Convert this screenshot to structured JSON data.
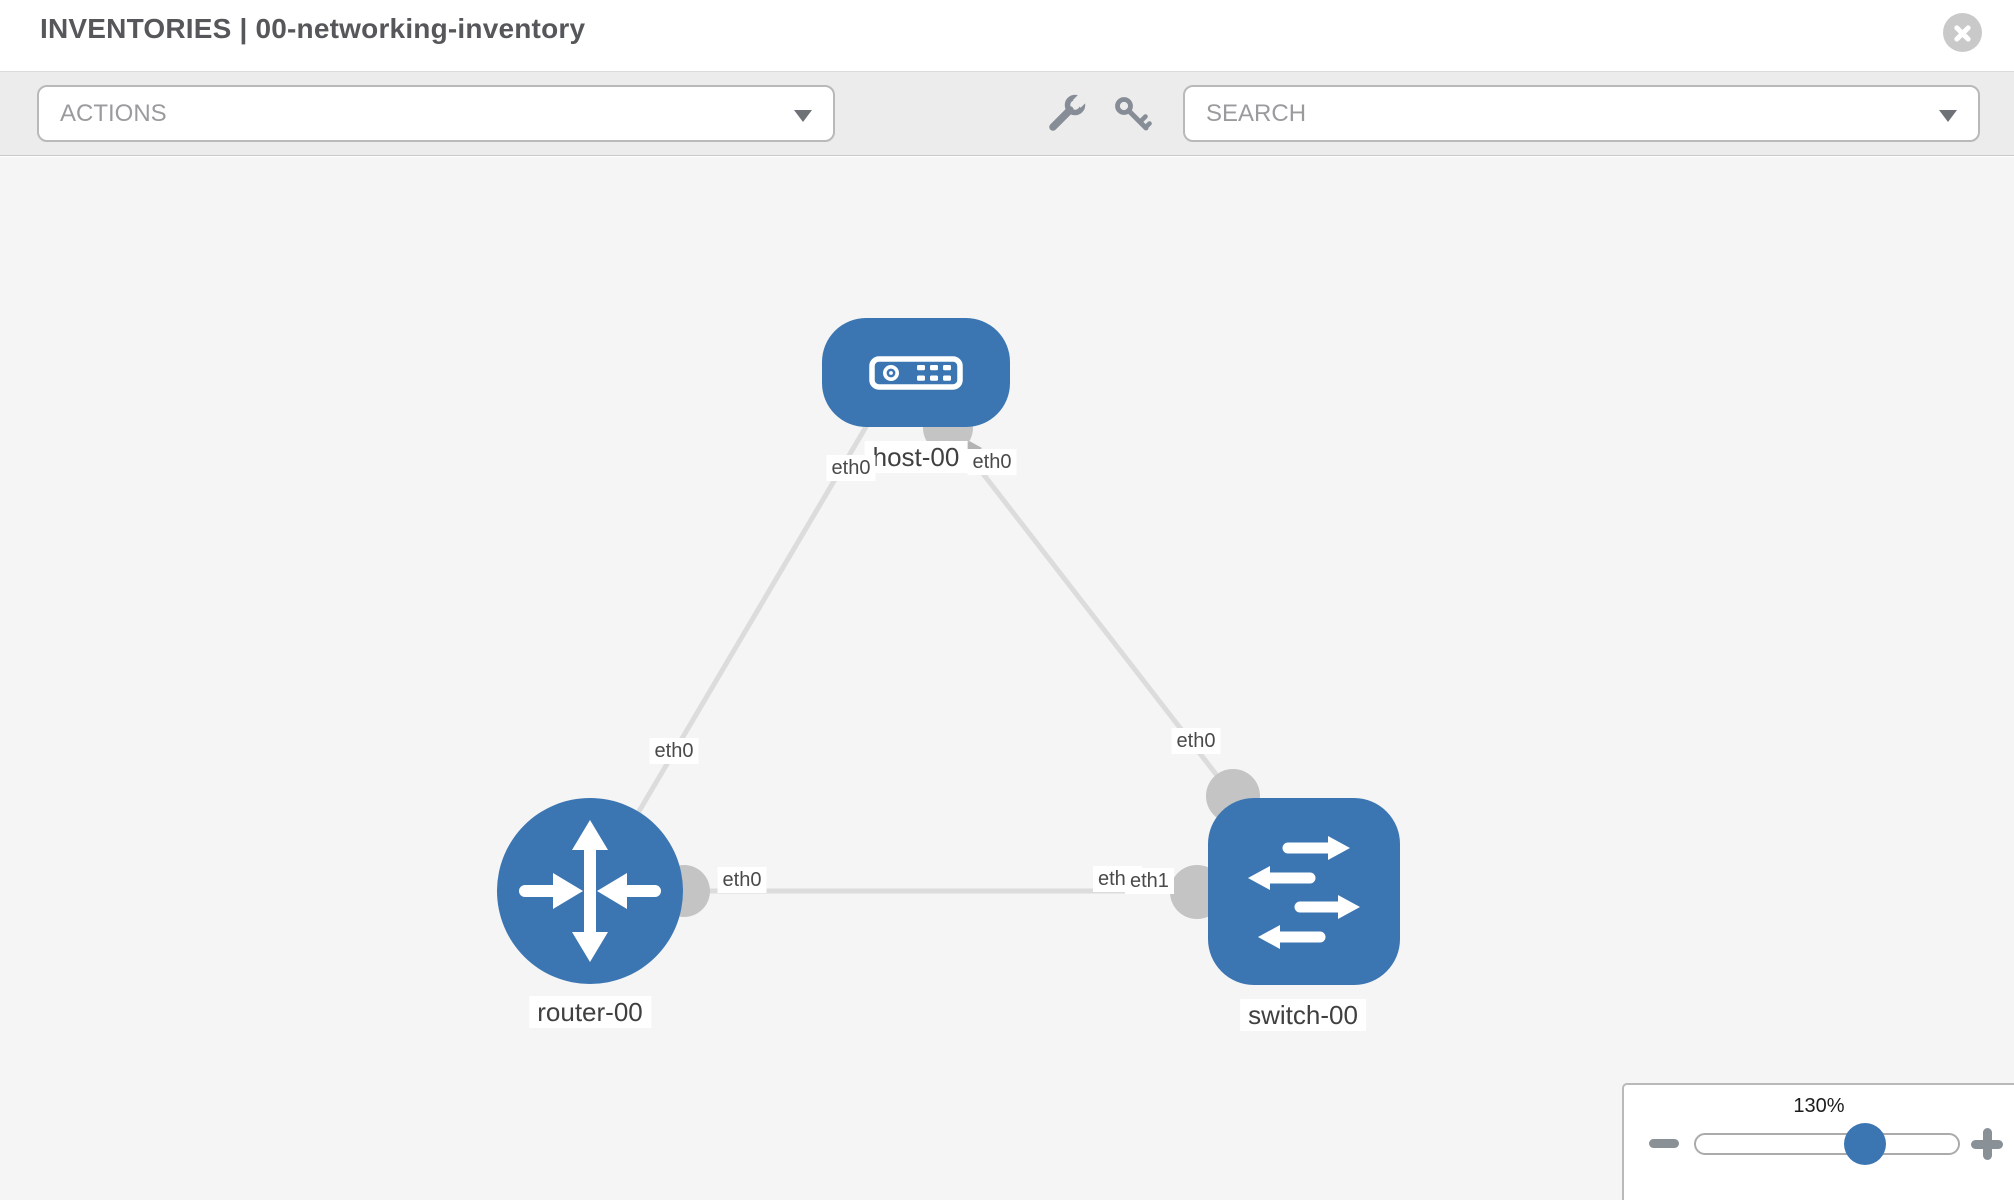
{
  "header": {
    "title": "INVENTORIES | 00-networking-inventory"
  },
  "toolbar": {
    "actions_label": "ACTIONS",
    "search_placeholder": "SEARCH",
    "tool_icons": [
      "wrench-icon",
      "key-icon"
    ]
  },
  "topology": {
    "nodes": [
      {
        "label": "host-00",
        "type": "host"
      },
      {
        "label": "router-00",
        "type": "router"
      },
      {
        "label": "switch-00",
        "type": "switch"
      }
    ],
    "links": [
      {
        "from": "host-00",
        "from_interface": "eth0",
        "to": "router-00",
        "to_interface": "eth0"
      },
      {
        "from": "host-00",
        "from_interface": "eth0",
        "to": "switch-00",
        "to_interface": "eth0"
      },
      {
        "from": "router-00",
        "from_interface": "eth0",
        "to": "switch-00",
        "to_interface": "eth1"
      }
    ],
    "interface_chips": [
      {
        "text": "eth0"
      },
      {
        "text": "eth0"
      },
      {
        "text": "eth0"
      },
      {
        "text": "eth0"
      },
      {
        "text": "eth0"
      },
      {
        "text": "eth1"
      },
      {
        "text": "eth1"
      }
    ]
  },
  "zoom_control": {
    "level_label": "130%",
    "value": 130
  },
  "colors": {
    "node_blue": "#3b76b3",
    "link_gray": "#dcdcdc",
    "port_gray": "#c4c4c4",
    "canvas_bg": "#f5f5f5",
    "toolbar_bg": "#ececec"
  }
}
